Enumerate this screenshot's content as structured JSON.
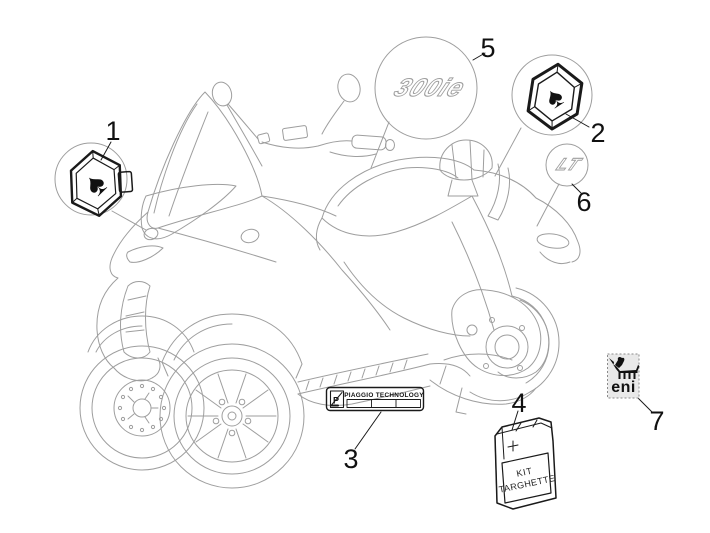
{
  "diagram": {
    "type": "vehicle-parts-line-drawing",
    "subject": "scooter plates and emblems",
    "background": "#ffffff",
    "sketch_line_color": "#9e9e9e",
    "ink_color": "#1a1a1a",
    "eni_box_fill": "#e9e9e9"
  },
  "callouts": [
    {
      "label": "1",
      "part": "piaggio-front-emblem"
    },
    {
      "label": "2",
      "part": "piaggio-rear-emblem"
    },
    {
      "label": "3",
      "part": "piaggio-technology-plate"
    },
    {
      "label": "4",
      "part": "kit-targhette-package"
    },
    {
      "label": "5",
      "part": "300ie-engine-badge"
    },
    {
      "label": "6",
      "part": "lt-badge"
    },
    {
      "label": "7",
      "part": "eni-sticker"
    }
  ],
  "badges": {
    "engine_badge": "300ie",
    "lt_badge": "LT",
    "piaggio_logo_glyph": "♠",
    "tech_plate_title": "PIAGGIO TECHNOLOGY",
    "tech_plate_glyph": "P",
    "kit_label_line1": "KIT",
    "kit_label_line2": "TARGHETTE",
    "oil_brand": "eni"
  }
}
